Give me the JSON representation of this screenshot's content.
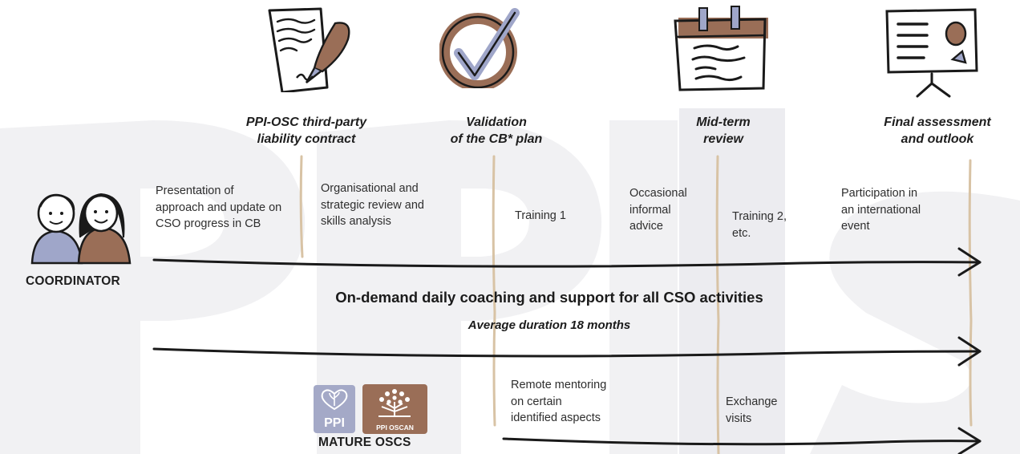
{
  "milestones": [
    {
      "title_line1": "PPI-OSC third-party",
      "title_line2": "liability contract",
      "icon": "contract-signing-icon"
    },
    {
      "title_line1": "Validation",
      "title_line2": "of the CB* plan",
      "icon": "checkmark-icon"
    },
    {
      "title_line1": "Mid-term",
      "title_line2": "review",
      "icon": "calendar-notes-icon"
    },
    {
      "title_line1": "Final assessment",
      "title_line2": "and outlook",
      "icon": "presentation-board-icon"
    }
  ],
  "coordinator": {
    "label": "COORDINATOR",
    "activities": [
      {
        "lines": [
          "Presentation of",
          "approach and update on",
          "CSO progress in CB"
        ]
      },
      {
        "lines": [
          "Organisational and",
          "strategic review and",
          "skills analysis"
        ]
      },
      {
        "lines": [
          "Training 1"
        ]
      },
      {
        "lines": [
          "Occasional",
          "informal",
          "advice"
        ]
      },
      {
        "lines": [
          "Training 2,",
          "etc."
        ]
      },
      {
        "lines": [
          "Participation in",
          "an international",
          "event"
        ]
      }
    ]
  },
  "center": {
    "headline": "On-demand daily coaching and support for all CSO activities",
    "subline": "Average duration 18 months"
  },
  "mature": {
    "label": "MATURE OSCS",
    "logo_ppi": "PPI",
    "logo_oscan": "PPI OSCAN",
    "activities": [
      {
        "lines": [
          "Remote mentoring",
          "on certain",
          "identified aspects"
        ]
      },
      {
        "lines": [
          "Exchange",
          "visits"
        ]
      }
    ]
  },
  "colors": {
    "accent_brown": "#9a6e57",
    "accent_lavender": "#9fa6c9",
    "tan_line": "#d8c3a5",
    "watermark": "#f1f1f3",
    "ink": "#1a1a1a"
  }
}
